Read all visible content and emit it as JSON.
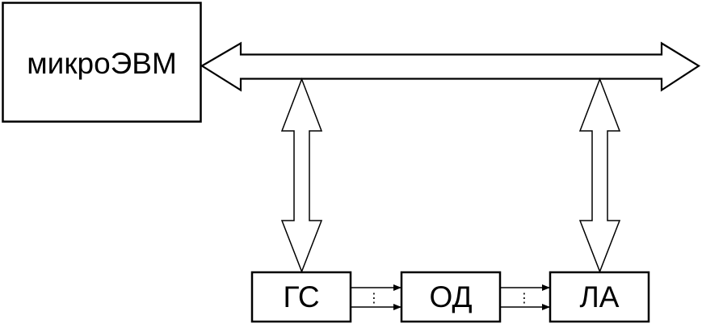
{
  "blocks": {
    "micro": "микроЭВМ",
    "gs": "ГС",
    "od": "ОД",
    "la": "ЛА"
  },
  "connector_glyphs": {
    "gs_od": "⋮",
    "od_la": "⋮"
  },
  "colors": {
    "stroke": "#000000",
    "fill": "#ffffff"
  }
}
